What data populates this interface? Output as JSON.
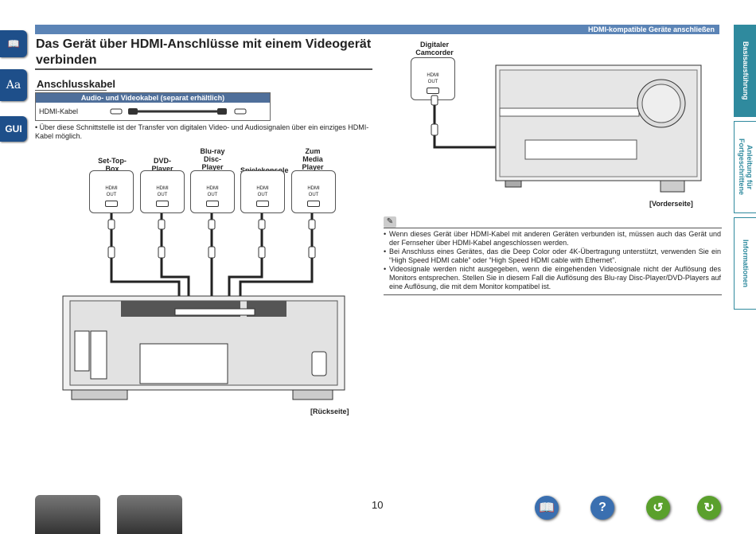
{
  "left_tabs": [
    {
      "name": "manual-tab",
      "label": "📖"
    },
    {
      "name": "index-tab",
      "label": "Aa"
    },
    {
      "name": "gui-tab",
      "label": "GUI"
    }
  ],
  "header": {
    "section": "HDMI-kompatible Geräte anschließen"
  },
  "title": "Das Gerät über HDMI-Anschlüsse mit einem Videogerät verbinden",
  "subtitle": "Anschlusskabel",
  "cable_box": {
    "heading": "Audio- und Videokabel (separat erhältlich)",
    "label": "HDMI-Kabel"
  },
  "note1": "Über diese Schnittstelle ist der Transfer von digitalen Video- und Audiosignalen über ein einziges HDMI-Kabel möglich.",
  "devices": [
    {
      "label": "Set-Top-\nBox",
      "port": "HDMI\nOUT"
    },
    {
      "label": "DVD-\nPlayer",
      "port": "HDMI\nOUT"
    },
    {
      "label": "Blu-ray\nDisc-\nPlayer",
      "port": "HDMI\nOUT"
    },
    {
      "label": "Spielekonsole",
      "port": "HDMI\nOUT"
    },
    {
      "label": "Zum\nMedia\nPlayer",
      "port": "HDMI\nOUT"
    }
  ],
  "rear_caption": "[Rückseite]",
  "camcorder": {
    "label": "Digitaler\nCamcorder",
    "port": "HDMI\nOUT"
  },
  "front_caption": "[Vorderseite]",
  "notes": [
    "Wenn dieses Gerät über HDMI-Kabel mit anderen Geräten verbunden ist, müssen auch das Gerät und der Fernseher über HDMI-Kabel angeschlossen werden.",
    "Bei Anschluss eines Gerätes, das die Deep Color oder 4K-Übertragung unterstützt, verwenden Sie ein “High Speed HDMI cable” oder “High Speed HDMI cable with Ethernet”.",
    "Videosignale werden nicht ausgegeben, wenn die eingehenden Videosignale nicht der Auflösung des Monitors entsprechen. Stellen Sie in diesem Fall die Auflösung des Blu-ray Disc-Player/DVD-Players auf eine Auflösung, die mit dem Monitor kompatibel ist."
  ],
  "right_tabs": [
    {
      "label": "Basisausführung"
    },
    {
      "label": "Anleitung für Fortgeschrittene"
    },
    {
      "label": "Informationen"
    }
  ],
  "page_number": "10",
  "nav_buttons": [
    {
      "name": "contents-button",
      "icon": "book-icon",
      "glyph": "📖",
      "color": "#3a6fb0"
    },
    {
      "name": "help-button",
      "icon": "question-icon",
      "glyph": "?",
      "color": "#3a6fb0"
    },
    {
      "name": "back-button",
      "icon": "back-arrow-icon",
      "glyph": "↺",
      "color": "#5aa02c"
    },
    {
      "name": "forward-button",
      "icon": "forward-arrow-icon",
      "glyph": "↻",
      "color": "#5aa02c"
    }
  ],
  "colors": {
    "header_bar": "#5b84b6",
    "accent_tab": "#2f8a9e",
    "left_tab": "#1e4f8a"
  }
}
